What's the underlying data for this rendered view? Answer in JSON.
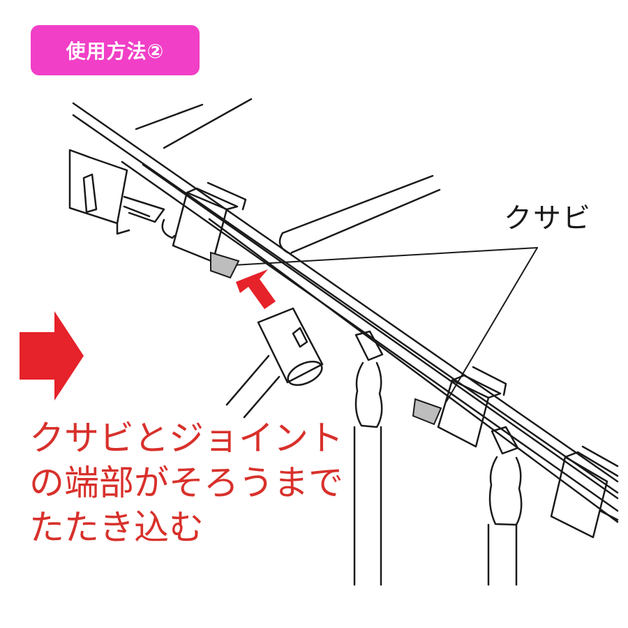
{
  "header": {
    "title": "使用方法②",
    "bg_color": "#f13fc7"
  },
  "callout": {
    "label": "クサビ"
  },
  "instruction": {
    "lines": [
      "クサビとジョイント",
      "の端部がそろうまで",
      "たたき込む"
    ],
    "color": "#d8302b"
  },
  "icons": {
    "big_arrow": "right-arrow-icon",
    "small_arrow": "up-left-arrow-icon"
  },
  "colors": {
    "line": "#1a1a1a",
    "wedge": "#bdbdbd",
    "arrow": "#e6222a"
  }
}
